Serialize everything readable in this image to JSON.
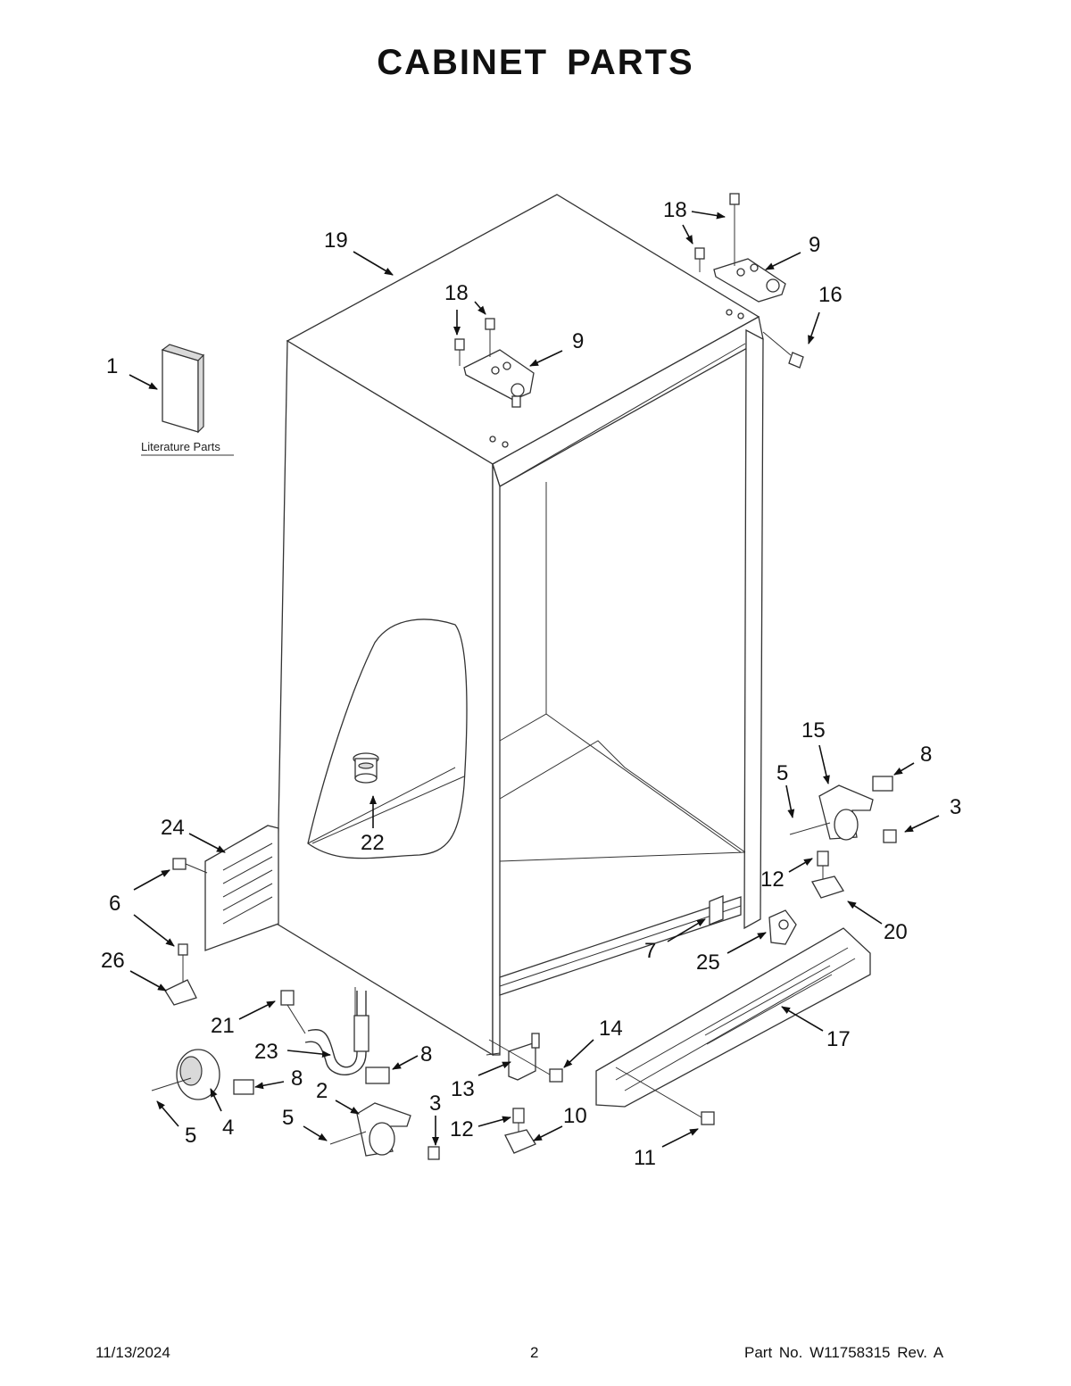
{
  "title": "CABINET PARTS",
  "literature_label": "Literature Parts",
  "callouts": {
    "c1": "1",
    "c19": "19",
    "c18a": "18",
    "c18b": "18",
    "c9a": "9",
    "c9b": "9",
    "c16": "16",
    "c15": "15",
    "c8a": "8",
    "c5a": "5",
    "c3a": "3",
    "c24": "24",
    "c22": "22",
    "c6": "6",
    "c12a": "12",
    "c20": "20",
    "c7": "7",
    "c25": "25",
    "c26": "26",
    "c21": "21",
    "c14": "14",
    "c17": "17",
    "c23": "23",
    "c8b": "8",
    "c8c": "8",
    "c13": "13",
    "c2": "2",
    "c3b": "3",
    "c5b": "5",
    "c4": "4",
    "c5c": "5",
    "c12b": "12",
    "c10": "10",
    "c11": "11"
  },
  "footer": {
    "date": "11/13/2024",
    "page": "2",
    "part": "Part No.  W11758315  Rev.  A"
  }
}
